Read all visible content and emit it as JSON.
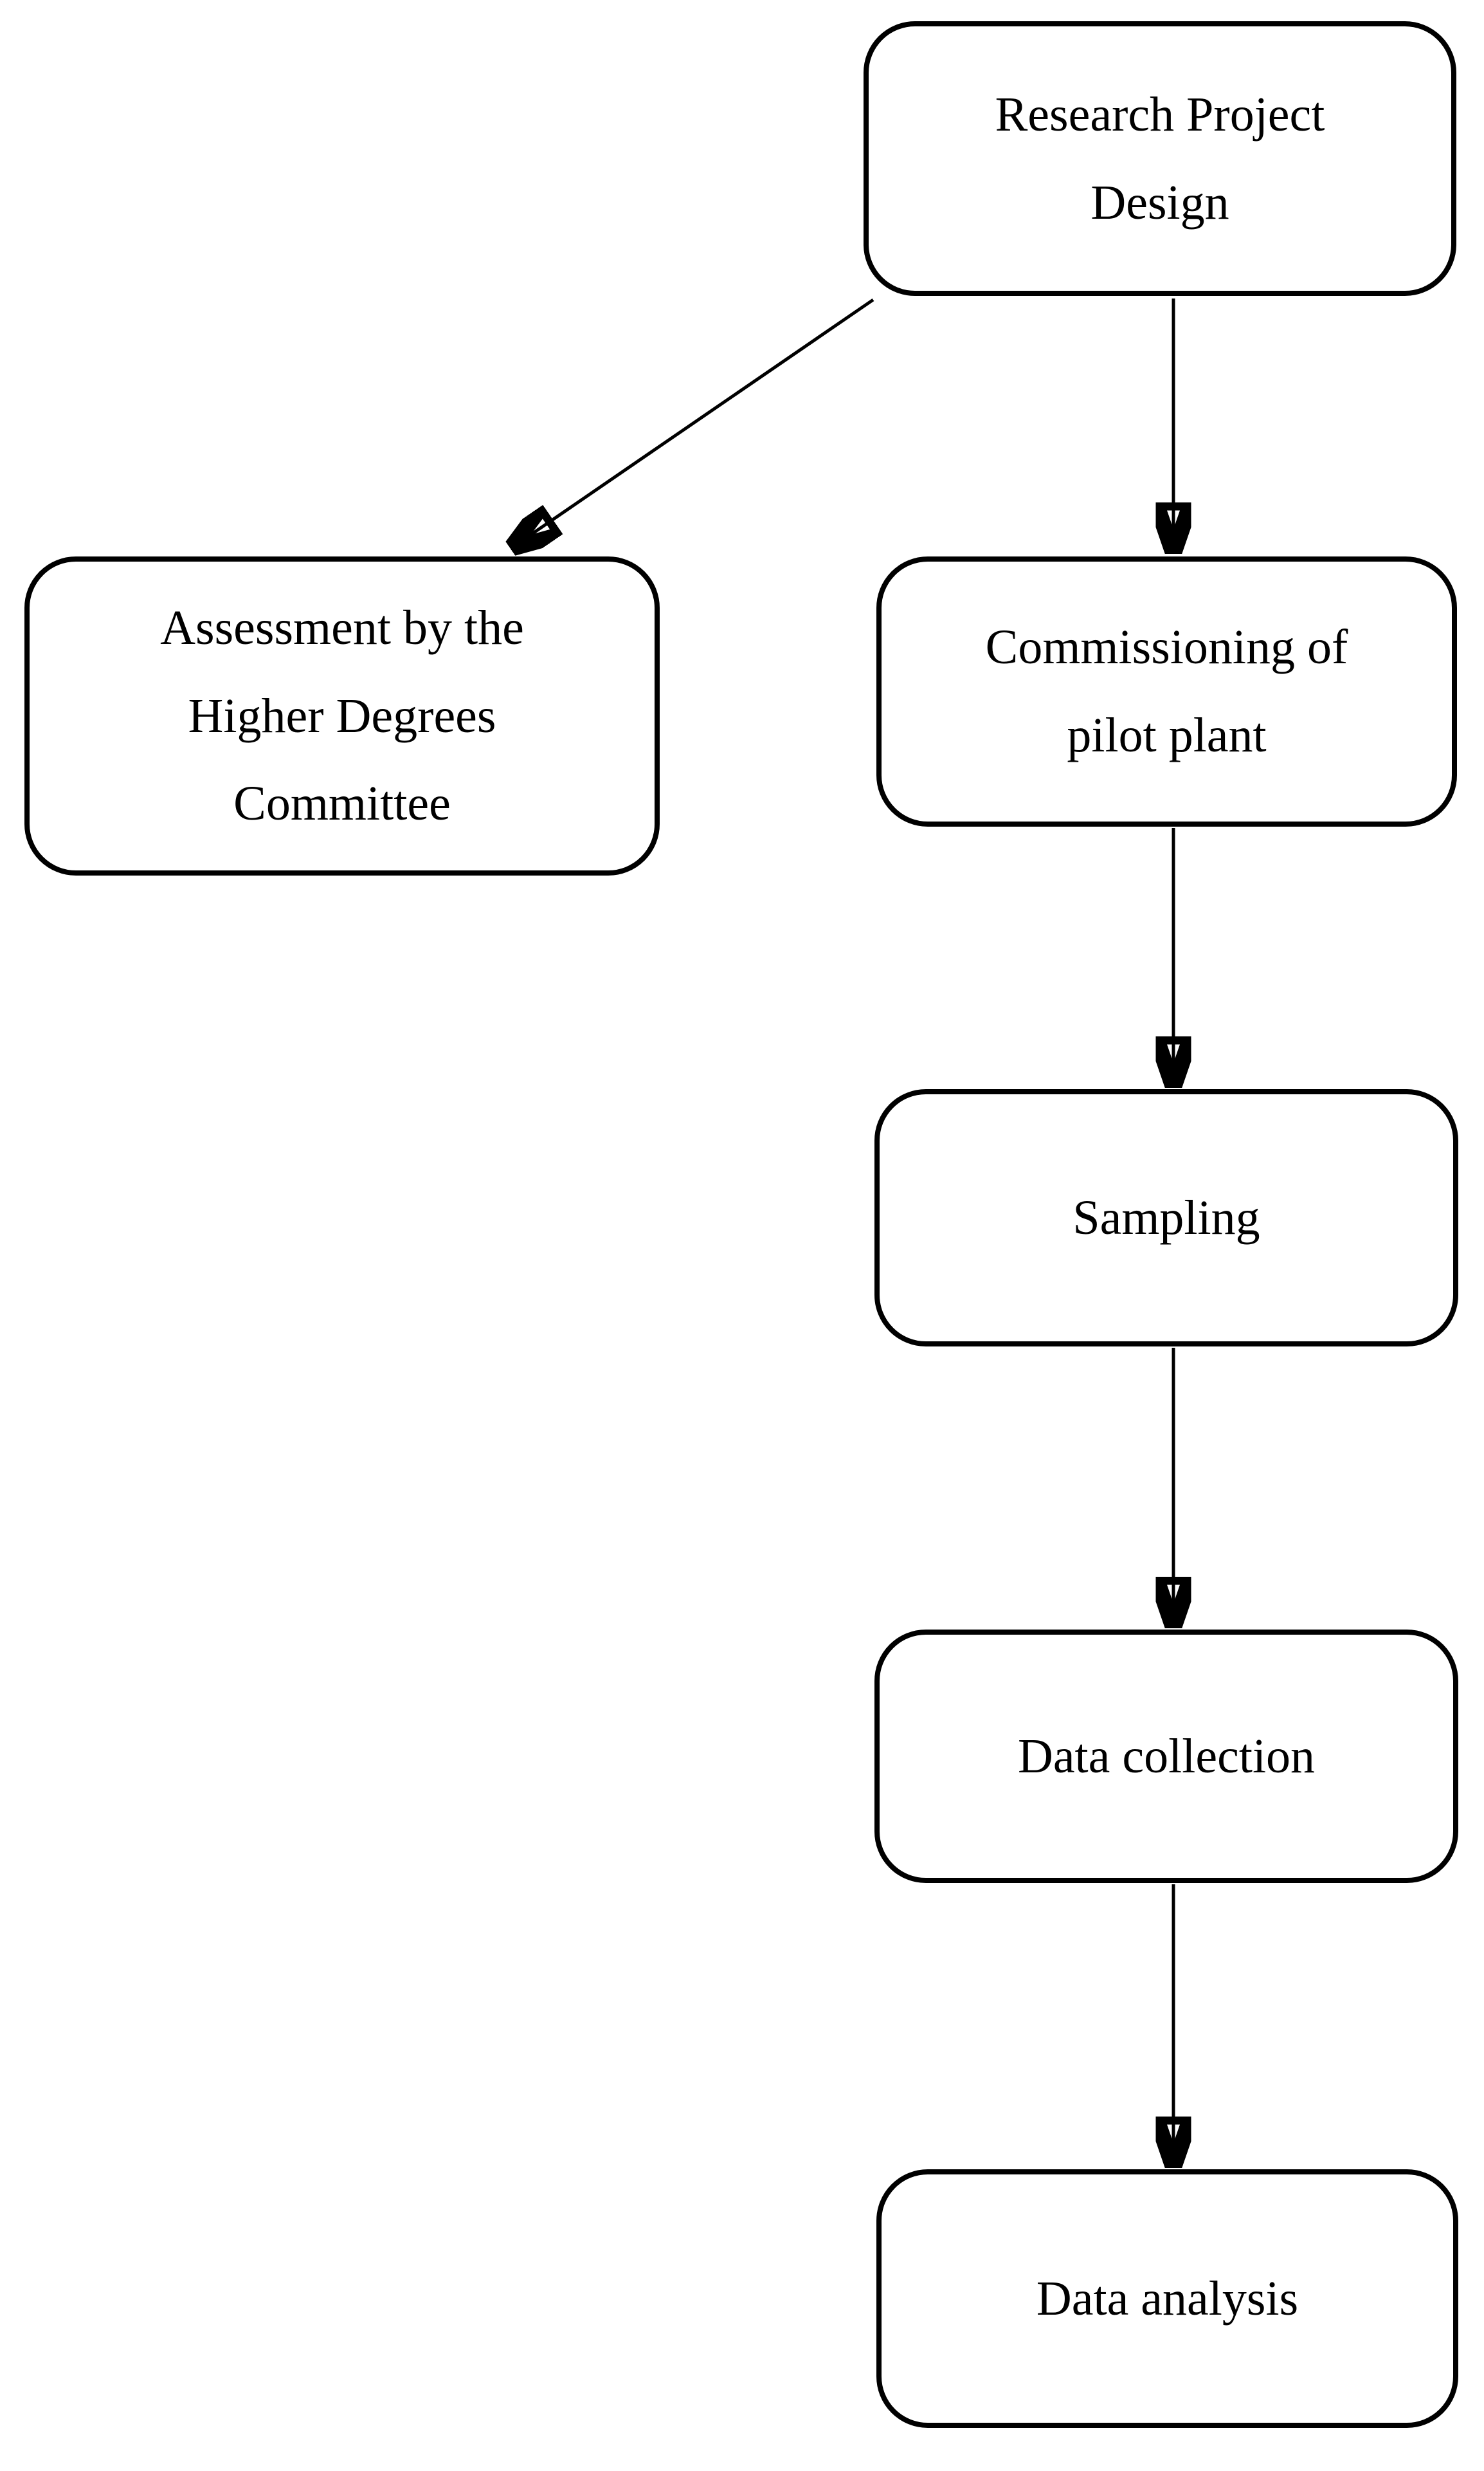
{
  "colors": {
    "background": "#ffffff",
    "stroke": "#000000",
    "text": "#000000"
  },
  "nodes": [
    {
      "id": "research-project-design",
      "label": "Research Project Design",
      "lines": [
        "Research Project",
        "Design"
      ]
    },
    {
      "id": "assessment-higher-degrees-committee",
      "label": "Assessment by the Higher Degrees Committee",
      "lines": [
        "Assessment by the",
        "Higher Degrees",
        "Committee"
      ]
    },
    {
      "id": "commissioning-pilot-plant",
      "label": "Commissioning of pilot plant",
      "lines": [
        "Commissioning of",
        "pilot plant"
      ]
    },
    {
      "id": "sampling",
      "label": "Sampling",
      "lines": [
        "Sampling"
      ]
    },
    {
      "id": "data-collection",
      "label": "Data collection",
      "lines": [
        "Data collection"
      ]
    },
    {
      "id": "data-analysis",
      "label": "Data analysis",
      "lines": [
        "Data analysis"
      ]
    }
  ],
  "edges": [
    {
      "from": "research-project-design",
      "to": "assessment-higher-degrees-committee",
      "style": "diagonal-arrow"
    },
    {
      "from": "research-project-design",
      "to": "commissioning-pilot-plant",
      "style": "vertical-arrow"
    },
    {
      "from": "commissioning-pilot-plant",
      "to": "sampling",
      "style": "vertical-arrow"
    },
    {
      "from": "sampling",
      "to": "data-collection",
      "style": "vertical-arrow"
    },
    {
      "from": "data-collection",
      "to": "data-analysis",
      "style": "vertical-arrow"
    }
  ]
}
